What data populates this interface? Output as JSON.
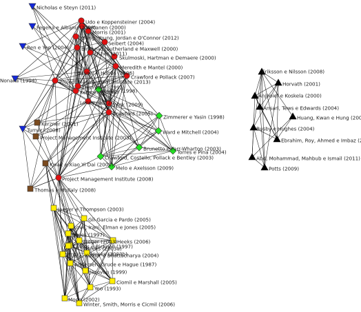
{
  "colors": {
    "blue": "#1428d8",
    "red": "#e01010",
    "brown": "#7a4a1e",
    "green": "#22e022",
    "yellow": "#ffee00",
    "black": "#000000",
    "edge": "#000000"
  },
  "nodes": [
    {
      "id": "b1",
      "label": "Nicholas e Steyn (2011)",
      "shape": "tri-down",
      "color": "blue"
    },
    {
      "id": "b2",
      "label": "Fegeha e Albanu (2008)",
      "shape": "tri-down",
      "color": "blue"
    },
    {
      "id": "b3",
      "label": "Ren e Yeo (2004)",
      "shape": "tri-down",
      "color": "blue"
    },
    {
      "id": "b4",
      "label": "Nonaka (1994)",
      "shape": "tri-down",
      "color": "blue"
    },
    {
      "id": "b5",
      "label": "Turner (2008)",
      "shape": "tri-down",
      "color": "blue"
    },
    {
      "id": "r1",
      "label": "Udo e Koppensteiner (2004)",
      "shape": "circle",
      "color": "red"
    },
    {
      "id": "r2",
      "label": "Vertanen (2000)",
      "shape": "circle",
      "color": "red"
    },
    {
      "id": "r3",
      "label": "Morris (2001)",
      "shape": "circle",
      "color": "red"
    },
    {
      "id": "r4",
      "label": "Young, Young, Jordan e O'Connor (2012)",
      "shape": "circle",
      "color": "red"
    },
    {
      "id": "r5",
      "label": "Seibert (2004)",
      "shape": "circle",
      "color": "red"
    },
    {
      "id": "r6",
      "label": "Birkhead, Sutherland e Maxwell (2000)",
      "shape": "circle",
      "color": "red"
    },
    {
      "id": "r7",
      "label": "Fisher (2011)",
      "shape": "circle",
      "color": "red"
    },
    {
      "id": "r8",
      "label": "Skulmoski, Hartman e Demaere (2000)",
      "shape": "circle",
      "color": "red"
    },
    {
      "id": "r9",
      "label": "Meredith e Mantel (2000)",
      "shape": "circle",
      "color": "red"
    },
    {
      "id": "r10",
      "label": "Besner e Hobbs (2006)",
      "shape": "circle",
      "color": "red"
    },
    {
      "id": "r11",
      "label": "Crawford e Pollack (2007)",
      "shape": "circle",
      "color": "red"
    },
    {
      "id": "r12",
      "label": "Project Management Institute (2013)",
      "shape": "circle",
      "color": "red"
    },
    {
      "id": "r13",
      "label": "Thamhain (1991)",
      "shape": "circle",
      "color": "red"
    },
    {
      "id": "r14",
      "label": "Kerzner (2006)",
      "shape": "circle",
      "color": "red"
    },
    {
      "id": "r15",
      "label": "Loney (2012)",
      "shape": "circle",
      "color": "red"
    },
    {
      "id": "r16",
      "label": "Wick (2009)",
      "shape": "circle",
      "color": "red"
    },
    {
      "id": "r17",
      "label": "Crawford (2005)",
      "shape": "circle",
      "color": "red"
    },
    {
      "id": "r18",
      "label": "Project Management Institute (2008)",
      "shape": "circle",
      "color": "red"
    },
    {
      "id": "br1",
      "label": "Kerzner (2001)",
      "shape": "square",
      "color": "brown"
    },
    {
      "id": "br2",
      "label": "Project Management Institute (2003)",
      "shape": "square",
      "color": "brown"
    },
    {
      "id": "br3",
      "label": "Kwak e Xiao Yi Dai (2000)",
      "shape": "square",
      "color": "brown"
    },
    {
      "id": "br4",
      "label": "Thomas e Mullaly (2008)",
      "shape": "square",
      "color": "brown"
    },
    {
      "id": "g1",
      "label": "Baldry (1998)",
      "shape": "diamond",
      "color": "green"
    },
    {
      "id": "g2",
      "label": "Zimmerer e Yasin (1998)",
      "shape": "diamond",
      "color": "green"
    },
    {
      "id": "g3",
      "label": "Ward e Mitchell (2004)",
      "shape": "diamond",
      "color": "green"
    },
    {
      "id": "g4",
      "label": "Brunetto e Farr-Wharton (2003)",
      "shape": "diamond",
      "color": "green"
    },
    {
      "id": "g5",
      "label": "Torres e Pina (2004)",
      "shape": "diamond",
      "color": "green"
    },
    {
      "id": "g6",
      "label": "Crawford, Costello, Pollack e Bentley (2003)",
      "shape": "diamond",
      "color": "green"
    },
    {
      "id": "g7",
      "label": "Melo e Axelsson (2009)",
      "shape": "diamond",
      "color": "green"
    },
    {
      "id": "k1",
      "label": "Eriksson e Nilsson (2008)",
      "shape": "tri-up",
      "color": "black"
    },
    {
      "id": "k2",
      "label": "Horvath (2001)",
      "shape": "tri-up",
      "color": "black"
    },
    {
      "id": "k3",
      "label": "Anjhoief e Koskela (2000)",
      "shape": "tri-up",
      "color": "black"
    },
    {
      "id": "k4",
      "label": "Ansari, Tews e Edwards (2004)",
      "shape": "tri-up",
      "color": "black"
    },
    {
      "id": "k5",
      "label": "Huang, Kwan e Hung (2001)",
      "shape": "tri-up",
      "color": "black"
    },
    {
      "id": "k6",
      "label": "Busby e Hughes (2004)",
      "shape": "tri-up",
      "color": "black"
    },
    {
      "id": "k7",
      "label": "Ebrahim, Roy, Ahmed e Imbaz (2010)",
      "shape": "tri-up",
      "color": "black"
    },
    {
      "id": "k8",
      "label": "Abd, Mohammad, Mahbub e Ismail (2011)",
      "shape": "tri-up",
      "color": "black"
    },
    {
      "id": "k9",
      "label": "Potts (2009)",
      "shape": "tri-up",
      "color": "black"
    },
    {
      "id": "y1",
      "label": "Jaeger e Thompson (2003)",
      "shape": "square",
      "color": "yellow"
    },
    {
      "id": "y2",
      "label": "Gil-Garcia e Pardo (2005)",
      "shape": "square",
      "color": "yellow"
    },
    {
      "id": "y3",
      "label": "Love, Irani, Elman e Jones (2005)",
      "shape": "square",
      "color": "yellow"
    },
    {
      "id": "y4",
      "label": "James (1997)",
      "shape": "square",
      "color": "yellow"
    },
    {
      "id": "y5",
      "label": "Jaeger (2003)",
      "shape": "square",
      "color": "yellow"
    },
    {
      "id": "y6",
      "label": "Heeks (2006)",
      "shape": "square",
      "color": "yellow"
    },
    {
      "id": "y7",
      "label": "Collins e Bicknell (1997)",
      "shape": "square",
      "color": "yellow"
    },
    {
      "id": "y8",
      "label": "Heeks (2003a)",
      "shape": "square",
      "color": "yellow"
    },
    {
      "id": "y9",
      "label": "Gupta, Kumar e Bhattacharya (2004)",
      "shape": "square",
      "color": "yellow"
    },
    {
      "id": "y10",
      "label": "Andersen, Grude e Hague (1987)",
      "shape": "square",
      "color": "yellow"
    },
    {
      "id": "y11",
      "label": "Jacovou (1999)",
      "shape": "square",
      "color": "yellow"
    },
    {
      "id": "y12",
      "label": "Ciomil e Marshall (2005)",
      "shape": "square",
      "color": "yellow"
    },
    {
      "id": "y13",
      "label": "Yeo (1993)",
      "shape": "square",
      "color": "yellow"
    },
    {
      "id": "y14",
      "label": "Moon (2002)",
      "shape": "square",
      "color": "yellow"
    },
    {
      "id": "y15",
      "label": "Winter, Smith, Morris e Cicmil (2006)",
      "shape": "square",
      "color": "yellow"
    },
    {
      "id": "y16",
      "label": "Heeks (2003b)",
      "shape": "square",
      "color": "yellow"
    }
  ]
}
